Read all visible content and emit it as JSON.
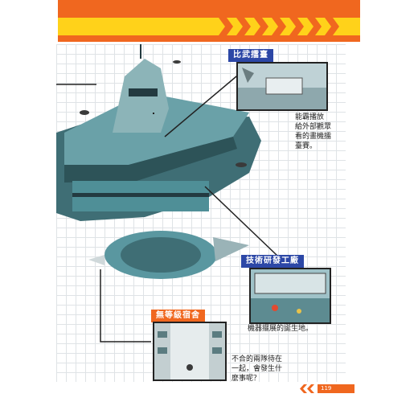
{
  "labels": {
    "arena": "比武擂臺",
    "lab": "技術研發工廠",
    "dorm": "無等級宿舍"
  },
  "captions": {
    "arena": [
      "能霸播放",
      "給外部觀眾",
      "看的畫機擂",
      "臺賽。"
    ],
    "lab": [
      "機器擺展的誕生地。"
    ],
    "dorm": [
      "不合的兩隊待在",
      "一起，會發生什",
      "麼事呢？"
    ]
  },
  "page_number": "119",
  "colors": {
    "header_orange": "#f0671f",
    "header_yellow": "#ffd21a",
    "label_blue": "#2c47a6",
    "label_orange": "#f0671f",
    "ship_teal": "#4f8f97",
    "ship_dark": "#233a40"
  }
}
